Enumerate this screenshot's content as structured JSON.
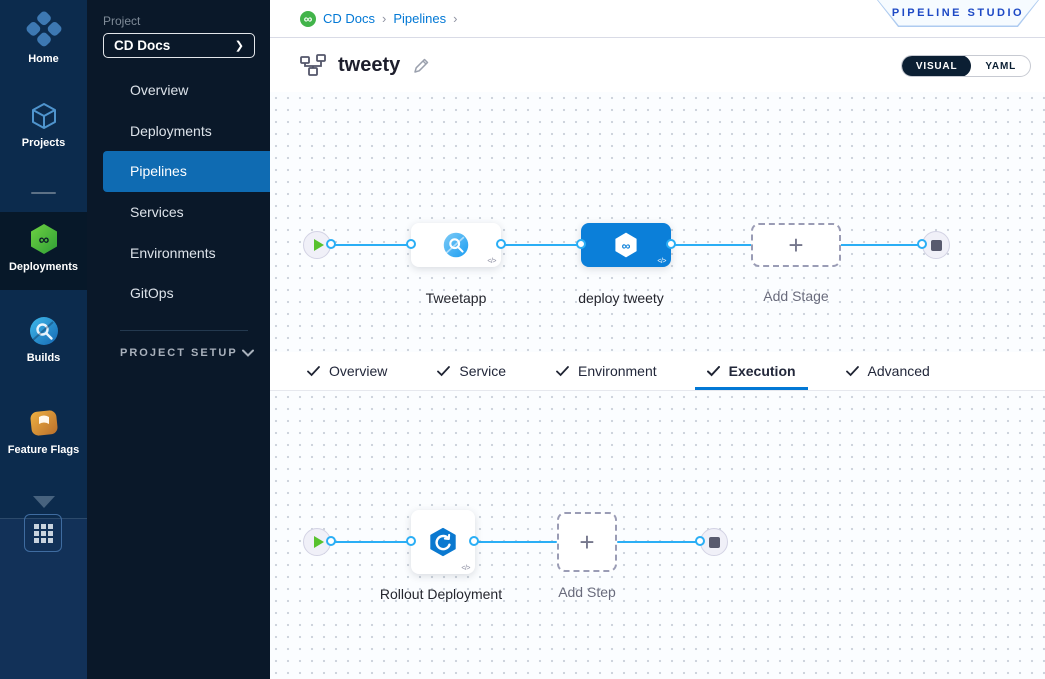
{
  "left_rail": {
    "modules": [
      {
        "label": "Home",
        "icon": "harness-logo-icon"
      },
      {
        "label": "Projects",
        "icon": "projects-cube-icon"
      },
      {
        "label": "Deployments",
        "icon": "deployments-hexagon-icon"
      },
      {
        "label": "Builds",
        "icon": "builds-search-icon"
      },
      {
        "label": "Feature Flags",
        "icon": "feature-flags-icon"
      }
    ],
    "active_module": "Deployments"
  },
  "sidebar": {
    "project_label": "Project",
    "project_name": "CD Docs",
    "items": [
      {
        "label": "Overview"
      },
      {
        "label": "Deployments"
      },
      {
        "label": "Pipelines"
      },
      {
        "label": "Services"
      },
      {
        "label": "Environments"
      },
      {
        "label": "GitOps"
      }
    ],
    "selected_item": "Pipelines",
    "project_setup_label": "PROJECT SETUP"
  },
  "header": {
    "breadcrumb": {
      "items": [
        "CD Docs",
        "Pipelines"
      ],
      "separator": "›"
    },
    "studio_badge": "PIPELINE STUDIO",
    "pipeline_name": "tweety",
    "view_toggle": {
      "visual": "VISUAL",
      "yaml": "YAML",
      "selected": "VISUAL"
    }
  },
  "stage_canvas": {
    "nodes": [
      {
        "label": "Tweetapp",
        "icon": "ci-stage-icon"
      },
      {
        "label": "deploy tweety",
        "icon": "cd-stage-icon"
      },
      {
        "label": "Add Stage",
        "icon": "plus-icon"
      }
    ],
    "code_glyph": "</>",
    "plus_glyph": "+"
  },
  "tab_bar": {
    "tabs": [
      {
        "label": "Overview",
        "checked": true
      },
      {
        "label": "Service",
        "checked": true
      },
      {
        "label": "Environment",
        "checked": true
      },
      {
        "label": "Execution",
        "checked": true
      },
      {
        "label": "Advanced",
        "checked": true
      }
    ],
    "active_tab": "Execution"
  },
  "step_canvas": {
    "nodes": [
      {
        "label": "Rollout Deployment",
        "icon": "rollout-deployment-icon"
      },
      {
        "label": "Add Step",
        "icon": "plus-icon"
      }
    ],
    "code_glyph": "</>",
    "plus_glyph": "+"
  },
  "icons": {
    "chevron_right": "❯",
    "chevron_down": "⌄",
    "infinity": "∞"
  },
  "colors": {
    "primary_blue": "#0278d5",
    "connector_blue": "#2aaef5",
    "stage_node_blue": "#0b7fd9",
    "nav_selected_blue": "#0f6bb2",
    "rail_bg": "#0c2b4d",
    "sidebar_bg": "#0a1829",
    "cd_green": "#42b44a",
    "feature_flag_orange": "#e09a3c",
    "badge_text_blue": "#1d49c5"
  }
}
